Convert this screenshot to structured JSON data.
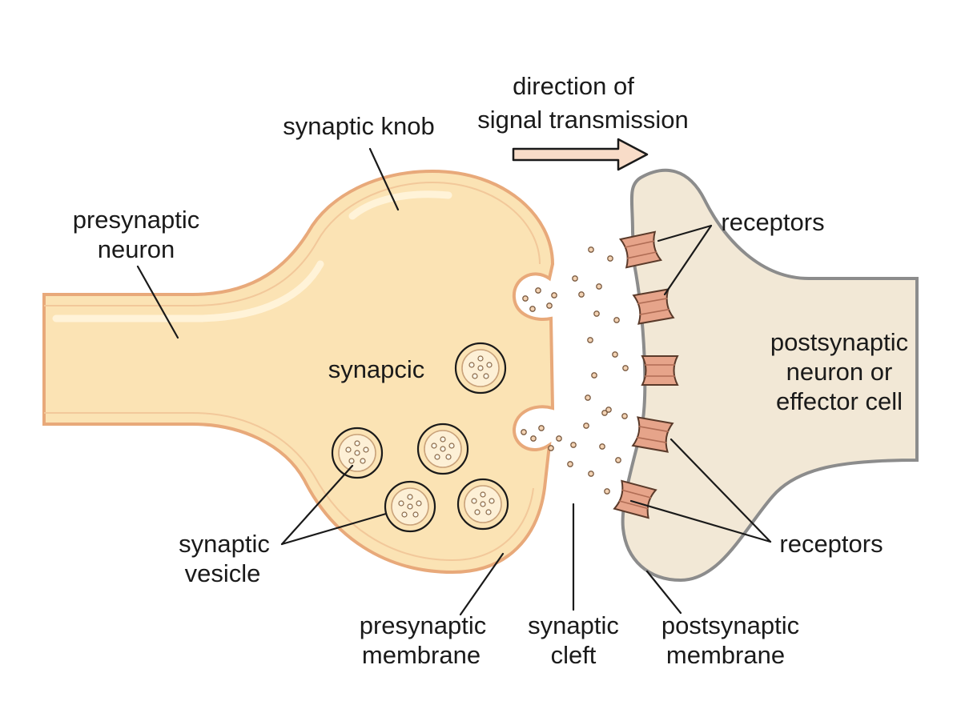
{
  "colors": {
    "presynaptic_fill": "#fbe3b4",
    "presynaptic_outline": "#e8a97a",
    "postsynaptic_fill": "#f2e8d6",
    "postsynaptic_outline": "#8c8c8c",
    "receptor": "#e6a48a",
    "arrow": "#f8dcc8"
  },
  "labels": {
    "direction": [
      "direction of",
      "signal transmission"
    ],
    "synaptic_knob": "synaptic knob",
    "presynaptic_neuron": [
      "presynaptic",
      "neuron"
    ],
    "synapcic": "synapcic",
    "receptors_top": "receptors",
    "receptors_bottom": "receptors",
    "postsynaptic_cell": [
      "postsynaptic",
      "neuron or",
      "effector cell"
    ],
    "synaptic_vesicle": [
      "synaptic",
      "vesicle"
    ],
    "presynaptic_membrane": [
      "presynaptic",
      "membrane"
    ],
    "synaptic_cleft": [
      "synaptic",
      "cleft"
    ],
    "postsynaptic_membrane": [
      "postsynaptic",
      "membrane"
    ]
  }
}
